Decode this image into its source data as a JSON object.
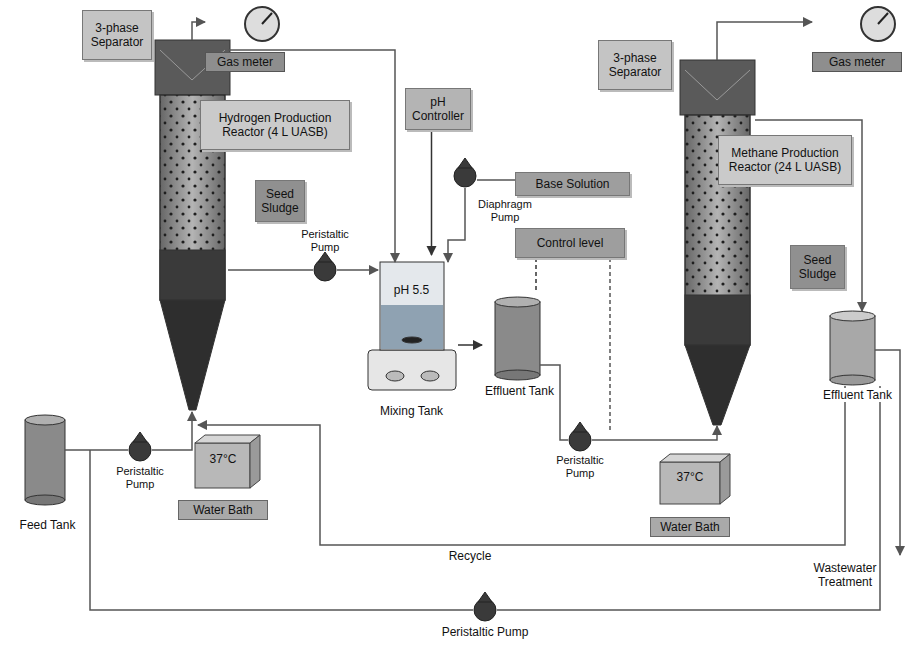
{
  "diagram": {
    "nodes": [
      {
        "text": [
          "3-phase Separator"
        ]
      },
      {
        "text": [
          "Gas meter"
        ]
      },
      {
        "text": [
          "Hydrogen Production Reactor (4 L UASB)"
        ]
      },
      {
        "text": [
          "Seed Sludge"
        ]
      },
      {
        "text": [
          "pH Controller"
        ]
      },
      {
        "text": [
          "Base Solution"
        ]
      },
      {
        "text": [
          "Control level"
        ]
      },
      {
        "text": [
          "pH 5.5",
          "Mixing Tank"
        ]
      },
      {
        "text": [
          "Effluent Tank"
        ]
      },
      {
        "text": [
          "3-phase Separator"
        ]
      },
      {
        "text": [
          "Gas meter"
        ]
      },
      {
        "text": [
          "Methane Production Reactor (24 L UASB)"
        ]
      },
      {
        "text": [
          "Seed Sludge"
        ]
      },
      {
        "text": [
          "37°C",
          "Water Bath"
        ]
      },
      {
        "text": [
          "37°C",
          "Water Bath"
        ]
      },
      {
        "text": [
          "Feed Tank"
        ]
      },
      {
        "text": [
          "Effluent Tank"
        ]
      }
    ],
    "edges": [
      {
        "from": 4,
        "to": 7,
        "arrow": "to"
      },
      {
        "from": 7,
        "to": 8,
        "arrow": "to"
      },
      {
        "from": 6,
        "to": 8,
        "arrow": "none"
      }
    ],
    "labels": [
      "Peristaltic Pump",
      "Diaphragm Pump",
      "Peristaltic Pump",
      "Peristaltic Pump",
      "Recycle",
      "Peristaltic Pump",
      "Wastewater Treatment"
    ]
  }
}
